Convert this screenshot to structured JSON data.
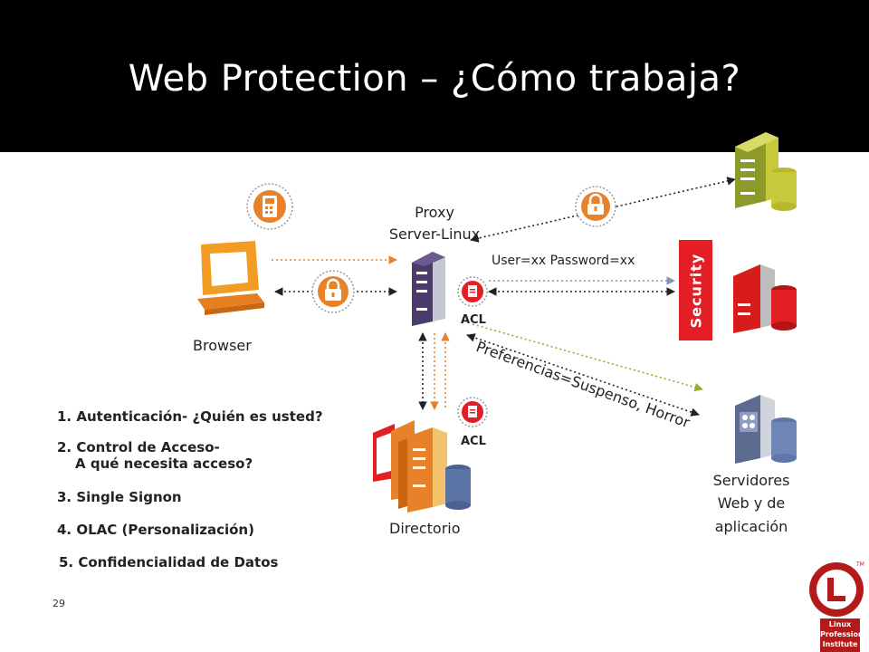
{
  "slide": {
    "title": "Web Protection – ¿Cómo trabaja?",
    "page_number": "29"
  },
  "nodes": {
    "browser": "Browser",
    "proxy_line1": "Proxy",
    "proxy_line2": "Server-Linux",
    "directory": "Directorio",
    "servers_line1": "Servidores",
    "servers_line2": "Web y de",
    "servers_line3": "aplicación",
    "security": "Security",
    "acl_top": "ACL",
    "acl_bottom": "ACL"
  },
  "messages": {
    "credentials": "User=xx Password=xx",
    "preferences": "Preferencias=Suspenso, Horror"
  },
  "steps": {
    "s1": "1. Autenticación- ¿Quién es usted?",
    "s2_line1": "2. Control de Acceso-",
    "s2_line2": "A qué necesita acceso?",
    "s3": "3. Single Signon",
    "s4": "4. OLAC (Personalización)",
    "s5": "5. Confidencialidad de Datos"
  },
  "logo": {
    "line1": "Linux",
    "line2": "Professional",
    "line3": "Institute",
    "tm": "TM"
  },
  "colors": {
    "header": "#000000",
    "accent_orange": "#e8822a",
    "security_red": "#e31e24",
    "server_green": "#c8c93a",
    "server_purple": "#4b3b6b",
    "server_slate": "#6f7fa3",
    "logo_red": "#b31b1b"
  }
}
